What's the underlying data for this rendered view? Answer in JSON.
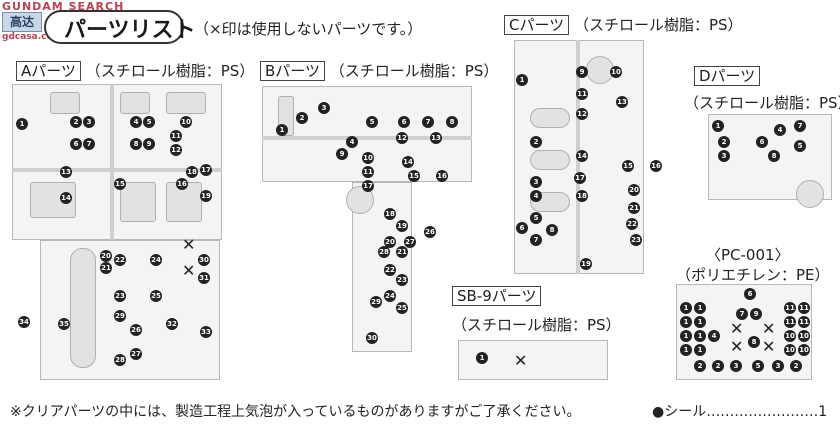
{
  "watermark": {
    "site": "GUNDAM SEARCH",
    "logo": "高达",
    "url": "gdcasa.com"
  },
  "title": "パーツリスト",
  "title_note": "（×印は使用しないパーツです。）",
  "sections": {
    "a": {
      "name": "Aパーツ",
      "material": "（スチロール樹脂：PS）"
    },
    "b": {
      "name": "Bパーツ",
      "material": "（スチロール樹脂：PS）"
    },
    "c": {
      "name": "Cパーツ",
      "material": "（スチロール樹脂：PS）"
    },
    "d": {
      "name": "Dパーツ",
      "material": "（スチロール樹脂：PS）"
    },
    "sb9": {
      "name": "SB-9パーツ",
      "material": "（スチロール樹脂：PS）"
    },
    "pc": {
      "name": "〈PC-001〉",
      "material": "（ポリエチレン：PE）"
    }
  },
  "footnote": "※クリアパーツの中には、製造工程上気泡が入っているものがありますがご了承ください。",
  "seal": "●シール……………………1",
  "numbers": {
    "a": [
      "1",
      "2",
      "3",
      "4",
      "5",
      "6",
      "7",
      "8",
      "9",
      "10",
      "11",
      "12",
      "13",
      "14",
      "15",
      "16",
      "17",
      "18",
      "19",
      "20",
      "21",
      "22",
      "23",
      "24",
      "25",
      "26",
      "27",
      "28",
      "29",
      "30",
      "31",
      "32",
      "33",
      "34",
      "35"
    ],
    "b": [
      "1",
      "2",
      "3",
      "4",
      "5",
      "6",
      "7",
      "8",
      "9",
      "10",
      "11",
      "12",
      "13",
      "14",
      "15",
      "16",
      "17",
      "18",
      "19",
      "20",
      "21",
      "22",
      "23",
      "24",
      "25",
      "26",
      "27",
      "28",
      "29",
      "30"
    ],
    "c": [
      "1",
      "2",
      "3",
      "4",
      "5",
      "6",
      "7",
      "8",
      "9",
      "10",
      "11",
      "12",
      "13",
      "14",
      "15",
      "16",
      "17",
      "18",
      "19",
      "20",
      "21",
      "22",
      "23"
    ],
    "d": [
      "1",
      "2",
      "3",
      "4",
      "5",
      "6",
      "7",
      "8"
    ],
    "sb9": [
      "1"
    ],
    "pc": [
      "1",
      "2",
      "3",
      "4",
      "5",
      "6",
      "7",
      "8",
      "9",
      "10",
      "11"
    ]
  }
}
